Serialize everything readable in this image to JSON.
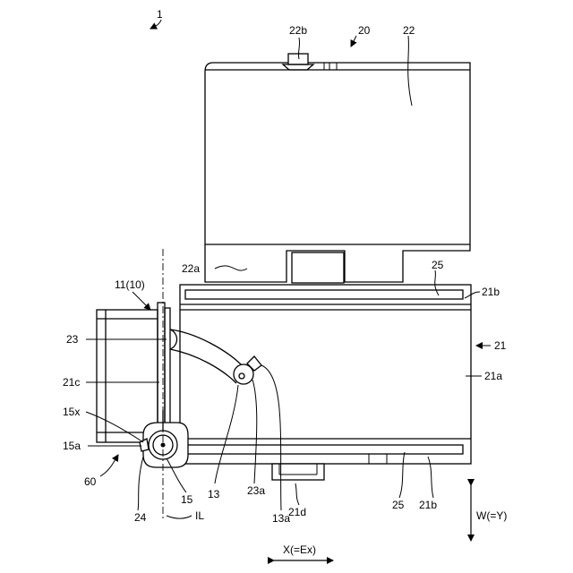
{
  "labels": {
    "fig_ref": "1",
    "ref_20": "20",
    "ref_22": "22",
    "ref_22b": "22b",
    "ref_22a": "22a",
    "ref_25_top": "25",
    "ref_21b_top": "21b",
    "ref_11_10": "11(10)",
    "ref_21": "21",
    "ref_23": "23",
    "ref_21a": "21a",
    "ref_21c": "21c",
    "ref_15x": "15x",
    "ref_15a": "15a",
    "ref_60": "60",
    "ref_13": "13",
    "ref_23a": "23a",
    "ref_15": "15",
    "ref_24": "24",
    "ref_il": "IL",
    "ref_13a": "13a",
    "ref_21d": "21d",
    "ref_25_bottom": "25",
    "ref_21b_bottom": "21b",
    "axis_w": "W(=Y)",
    "axis_x": "X(=Ex)"
  }
}
